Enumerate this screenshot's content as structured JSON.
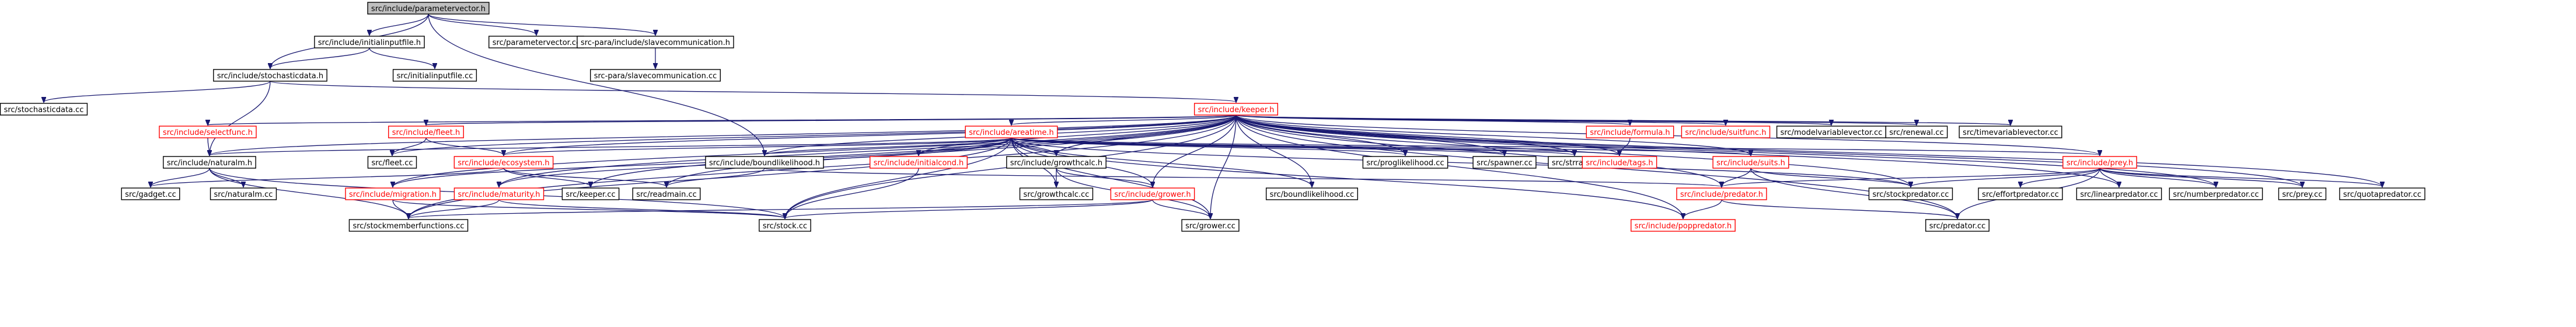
{
  "nodes": [
    {
      "id": "n0",
      "label": "src/include/parametervector.h",
      "color": "root"
    },
    {
      "id": "n1",
      "label": "src/include/initialinputfile.h",
      "color": "black"
    },
    {
      "id": "n2",
      "label": "src/parametervector.cc",
      "color": "black"
    },
    {
      "id": "n3",
      "label": "src-para/include/slavecommunication.h",
      "color": "black"
    },
    {
      "id": "n4",
      "label": "src/include/stochasticdata.h",
      "color": "black"
    },
    {
      "id": "n5",
      "label": "src/initialinputfile.cc",
      "color": "black"
    },
    {
      "id": "n6",
      "label": "src-para/slavecommunication.cc",
      "color": "black"
    },
    {
      "id": "n7",
      "label": "src/stochasticdata.cc",
      "color": "black"
    },
    {
      "id": "n8",
      "label": "src/include/keeper.h",
      "color": "red"
    },
    {
      "id": "n9",
      "label": "src/include/selectfunc.h",
      "color": "red"
    },
    {
      "id": "n10",
      "label": "src/include/fleet.h",
      "color": "red"
    },
    {
      "id": "n11",
      "label": "src/include/areatime.h",
      "color": "red"
    },
    {
      "id": "n12",
      "label": "src/include/formula.h",
      "color": "red"
    },
    {
      "id": "n13",
      "label": "src/include/suitfunc.h",
      "color": "red"
    },
    {
      "id": "n14",
      "label": "src/modelvariablevector.cc",
      "color": "black"
    },
    {
      "id": "n15",
      "label": "src/renewal.cc",
      "color": "black"
    },
    {
      "id": "n16",
      "label": "src/timevariablevector.cc",
      "color": "black"
    },
    {
      "id": "n17",
      "label": "src/include/naturalm.h",
      "color": "black"
    },
    {
      "id": "n18",
      "label": "src/fleet.cc",
      "color": "black"
    },
    {
      "id": "n19",
      "label": "src/include/ecosystem.h",
      "color": "red"
    },
    {
      "id": "n20",
      "label": "src/include/boundlikelihood.h",
      "color": "black"
    },
    {
      "id": "n21",
      "label": "src/include/initialcond.h",
      "color": "red"
    },
    {
      "id": "n22",
      "label": "src/include/growthcalc.h",
      "color": "black"
    },
    {
      "id": "n23",
      "label": "src/proglikelihood.cc",
      "color": "black"
    },
    {
      "id": "n24",
      "label": "src/spawner.cc",
      "color": "black"
    },
    {
      "id": "n25",
      "label": "src/strray.cc",
      "color": "black"
    },
    {
      "id": "n26",
      "label": "src/include/tags.h",
      "color": "red"
    },
    {
      "id": "n27",
      "label": "src/include/suits.h",
      "color": "red"
    },
    {
      "id": "n28",
      "label": "src/include/prey.h",
      "color": "red"
    },
    {
      "id": "n29",
      "label": "src/gadget.cc",
      "color": "black"
    },
    {
      "id": "n30",
      "label": "src/naturalm.cc",
      "color": "black"
    },
    {
      "id": "n31",
      "label": "src/include/migration.h",
      "color": "red"
    },
    {
      "id": "n32",
      "label": "src/include/maturity.h",
      "color": "red"
    },
    {
      "id": "n33",
      "label": "src/keeper.cc",
      "color": "black"
    },
    {
      "id": "n34",
      "label": "src/readmain.cc",
      "color": "black"
    },
    {
      "id": "n35",
      "label": "src/growthcalc.cc",
      "color": "black"
    },
    {
      "id": "n36",
      "label": "src/include/grower.h",
      "color": "red"
    },
    {
      "id": "n37",
      "label": "src/boundlikelihood.cc",
      "color": "black"
    },
    {
      "id": "n38",
      "label": "src/include/predator.h",
      "color": "red"
    },
    {
      "id": "n39",
      "label": "src/stockpredator.cc",
      "color": "black"
    },
    {
      "id": "n40",
      "label": "src/effortpredator.cc",
      "color": "black"
    },
    {
      "id": "n41",
      "label": "src/linearpredator.cc",
      "color": "black"
    },
    {
      "id": "n42",
      "label": "src/numberpredator.cc",
      "color": "black"
    },
    {
      "id": "n43",
      "label": "src/prey.cc",
      "color": "black"
    },
    {
      "id": "n44",
      "label": "src/quotapredator.cc",
      "color": "black"
    },
    {
      "id": "n45",
      "label": "src/stockmemberfunctions.cc",
      "color": "black"
    },
    {
      "id": "n46",
      "label": "src/stock.cc",
      "color": "black"
    },
    {
      "id": "n47",
      "label": "src/grower.cc",
      "color": "black"
    },
    {
      "id": "n48",
      "label": "src/include/poppredator.h",
      "color": "red"
    },
    {
      "id": "n49",
      "label": "src/predator.cc",
      "color": "black"
    }
  ],
  "edges": [
    [
      "n0",
      "n1"
    ],
    [
      "n0",
      "n2"
    ],
    [
      "n0",
      "n3"
    ],
    [
      "n0",
      "n4"
    ],
    [
      "n0",
      "n20"
    ],
    [
      "n1",
      "n4"
    ],
    [
      "n1",
      "n5"
    ],
    [
      "n3",
      "n6"
    ],
    [
      "n4",
      "n7"
    ],
    [
      "n4",
      "n8"
    ],
    [
      "n4",
      "n17"
    ],
    [
      "n8",
      "n9"
    ],
    [
      "n8",
      "n10"
    ],
    [
      "n8",
      "n11"
    ],
    [
      "n8",
      "n12"
    ],
    [
      "n8",
      "n13"
    ],
    [
      "n8",
      "n14"
    ],
    [
      "n8",
      "n15"
    ],
    [
      "n8",
      "n16"
    ],
    [
      "n8",
      "n17"
    ],
    [
      "n8",
      "n18"
    ],
    [
      "n8",
      "n19"
    ],
    [
      "n8",
      "n20"
    ],
    [
      "n8",
      "n21"
    ],
    [
      "n8",
      "n22"
    ],
    [
      "n8",
      "n23"
    ],
    [
      "n8",
      "n24"
    ],
    [
      "n8",
      "n25"
    ],
    [
      "n8",
      "n26"
    ],
    [
      "n8",
      "n27"
    ],
    [
      "n8",
      "n28"
    ],
    [
      "n8",
      "n31"
    ],
    [
      "n8",
      "n32"
    ],
    [
      "n8",
      "n33"
    ],
    [
      "n8",
      "n34"
    ],
    [
      "n8",
      "n36"
    ],
    [
      "n8",
      "n37"
    ],
    [
      "n8",
      "n38"
    ],
    [
      "n8",
      "n39"
    ],
    [
      "n8",
      "n41"
    ],
    [
      "n8",
      "n42"
    ],
    [
      "n8",
      "n43"
    ],
    [
      "n8",
      "n44"
    ],
    [
      "n8",
      "n45"
    ],
    [
      "n8",
      "n46"
    ],
    [
      "n8",
      "n47"
    ],
    [
      "n8",
      "n48"
    ],
    [
      "n8",
      "n49"
    ],
    [
      "n9",
      "n17"
    ],
    [
      "n10",
      "n18"
    ],
    [
      "n10",
      "n19"
    ],
    [
      "n11",
      "n17"
    ],
    [
      "n11",
      "n19"
    ],
    [
      "n11",
      "n20"
    ],
    [
      "n11",
      "n21"
    ],
    [
      "n11",
      "n22"
    ],
    [
      "n11",
      "n23"
    ],
    [
      "n11",
      "n24"
    ],
    [
      "n11",
      "n25"
    ],
    [
      "n11",
      "n26"
    ],
    [
      "n11",
      "n27"
    ],
    [
      "n11",
      "n28"
    ],
    [
      "n11",
      "n31"
    ],
    [
      "n11",
      "n32"
    ],
    [
      "n11",
      "n35"
    ],
    [
      "n11",
      "n36"
    ],
    [
      "n11",
      "n37"
    ],
    [
      "n11",
      "n39"
    ],
    [
      "n11",
      "n45"
    ],
    [
      "n11",
      "n46"
    ],
    [
      "n11",
      "n47"
    ],
    [
      "n11",
      "n48"
    ],
    [
      "n12",
      "n26"
    ],
    [
      "n17",
      "n29"
    ],
    [
      "n17",
      "n30"
    ],
    [
      "n17",
      "n46"
    ],
    [
      "n17",
      "n45"
    ],
    [
      "n19",
      "n29"
    ],
    [
      "n19",
      "n33"
    ],
    [
      "n19",
      "n34"
    ],
    [
      "n20",
      "n34"
    ],
    [
      "n20",
      "n38"
    ],
    [
      "n21",
      "n46"
    ],
    [
      "n22",
      "n35"
    ],
    [
      "n22",
      "n36"
    ],
    [
      "n22",
      "n47"
    ],
    [
      "n27",
      "n38"
    ],
    [
      "n27",
      "n39"
    ],
    [
      "n27",
      "n49"
    ],
    [
      "n28",
      "n38"
    ],
    [
      "n28",
      "n39"
    ],
    [
      "n28",
      "n40"
    ],
    [
      "n28",
      "n41"
    ],
    [
      "n28",
      "n42"
    ],
    [
      "n28",
      "n43"
    ],
    [
      "n28",
      "n44"
    ],
    [
      "n28",
      "n49"
    ],
    [
      "n31",
      "n45"
    ],
    [
      "n31",
      "n46"
    ],
    [
      "n32",
      "n45"
    ],
    [
      "n32",
      "n46"
    ],
    [
      "n36",
      "n45"
    ],
    [
      "n36",
      "n46"
    ],
    [
      "n36",
      "n47"
    ],
    [
      "n38",
      "n48"
    ],
    [
      "n38",
      "n49"
    ]
  ]
}
